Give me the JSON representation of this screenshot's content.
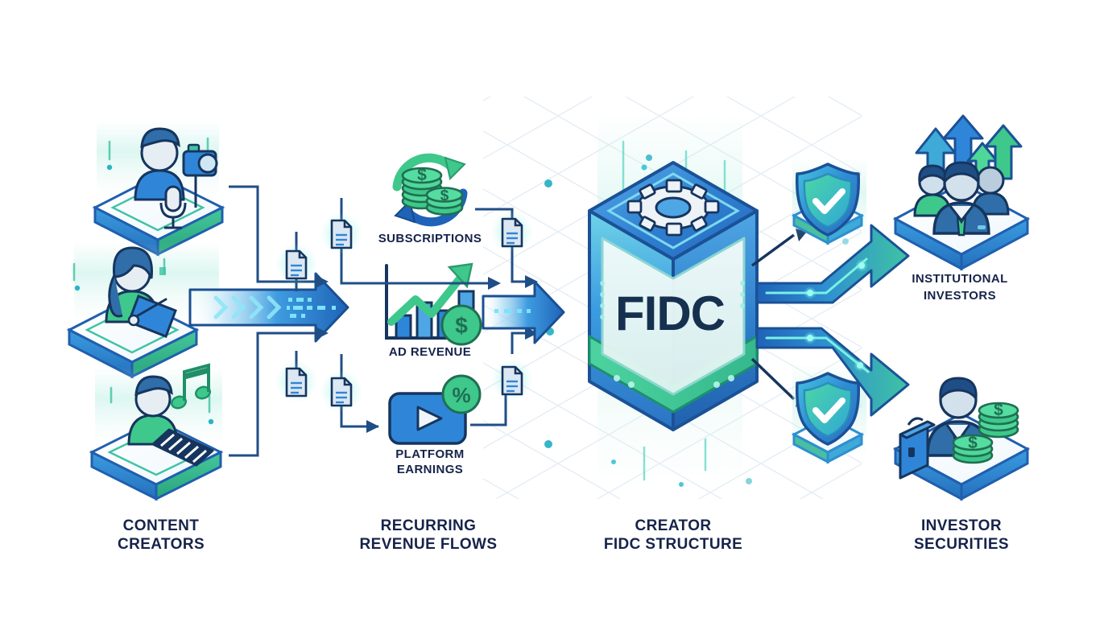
{
  "diagram": {
    "title_text": "FIDC",
    "background_color": "#ffffff",
    "palette": {
      "navy": "#16234a",
      "blue": "#2b7fd4",
      "deep_blue": "#1e5fa8",
      "teal": "#35c49a",
      "green": "#3ec88b",
      "light_blue": "#a8d4f2",
      "grid": "#e3eaf2",
      "dot": "#2bb3c7"
    }
  },
  "columns": [
    {
      "id": "creators",
      "label": "CONTENT\nCREATORS",
      "line1": "CONTENT",
      "line2": "CREATORS"
    },
    {
      "id": "revenue",
      "label": "RECURRING\nREVENUE FLOWS",
      "line1": "RECURRING",
      "line2": "REVENUE FLOWS"
    },
    {
      "id": "fidc",
      "label": "CREATOR\nFIDC STRUCTURE",
      "line1": "CREATOR",
      "line2": "FIDC STRUCTURE"
    },
    {
      "id": "securities",
      "label": "INVESTOR\nSECURITIES",
      "line1": "INVESTOR",
      "line2": "SECURITIES"
    }
  ],
  "creators": [
    {
      "id": "video-creator",
      "icon": "creator-camera-microphone-icon",
      "description": "Creator with video camera and microphone"
    },
    {
      "id": "artist-creator",
      "icon": "creator-tablet-stylus-icon",
      "description": "Creator drawing on tablet with stylus"
    },
    {
      "id": "music-creator",
      "icon": "creator-keyboard-music-icon",
      "description": "Creator at music keyboard with notes"
    }
  ],
  "revenue_flows": [
    {
      "id": "subscriptions",
      "line1": "SUBSCRIPTIONS",
      "line2": "",
      "icon": "recurring-coins-icon"
    },
    {
      "id": "ad-revenue",
      "line1": "AD REVENUE",
      "line2": "",
      "icon": "bar-chart-growth-dollar-icon"
    },
    {
      "id": "platform-earnings",
      "line1": "PLATFORM",
      "line2": "EARNINGS",
      "icon": "play-button-percent-icon"
    }
  ],
  "fidc_structure": {
    "cube_label": "FIDC",
    "top_icon": "gear-icon",
    "shields": [
      {
        "id": "shield-upper",
        "icon": "shield-check-icon"
      },
      {
        "id": "shield-lower",
        "icon": "shield-check-icon"
      }
    ]
  },
  "investors": [
    {
      "id": "institutional-investors",
      "line1": "INSTITUTIONAL",
      "line2": "INVESTORS",
      "icon": "investor-group-growth-icon"
    },
    {
      "id": "investor-securities",
      "line1": "",
      "line2": "",
      "icon": "investor-briefcase-coins-icon"
    }
  ],
  "document_nodes": [
    {
      "id": "doc-1"
    },
    {
      "id": "doc-2"
    },
    {
      "id": "doc-3"
    },
    {
      "id": "doc-4"
    },
    {
      "id": "doc-5"
    },
    {
      "id": "doc-6"
    }
  ]
}
